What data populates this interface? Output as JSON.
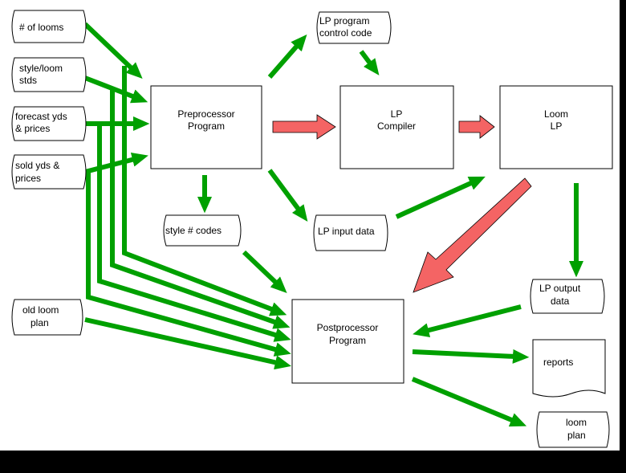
{
  "colors": {
    "arrow_green": "#00a000",
    "arrow_red": "#f46464",
    "background": "#ffffff",
    "frame": "#000000"
  },
  "inputs": {
    "num_looms": [
      "# of looms"
    ],
    "style_loom_stds": [
      "style/loom",
      "stds"
    ],
    "forecast": [
      "forecast yds",
      "& prices"
    ],
    "sold": [
      "sold yds &",
      "prices"
    ],
    "old_plan": [
      "old loom",
      "plan"
    ]
  },
  "processes": {
    "preprocessor": [
      "Preprocessor",
      "Program"
    ],
    "compiler": [
      "LP",
      "Compiler"
    ],
    "loom_lp": [
      "Loom",
      "LP"
    ],
    "postprocessor": [
      "Postprocessor",
      "Program"
    ]
  },
  "files": {
    "control_code": [
      "LP program",
      "control code"
    ],
    "style_codes": [
      "style # codes"
    ],
    "input_data": [
      "LP input data"
    ],
    "output_data": [
      "LP output",
      "data"
    ],
    "reports": [
      "reports"
    ],
    "loom_plan": [
      "loom",
      "plan"
    ]
  }
}
